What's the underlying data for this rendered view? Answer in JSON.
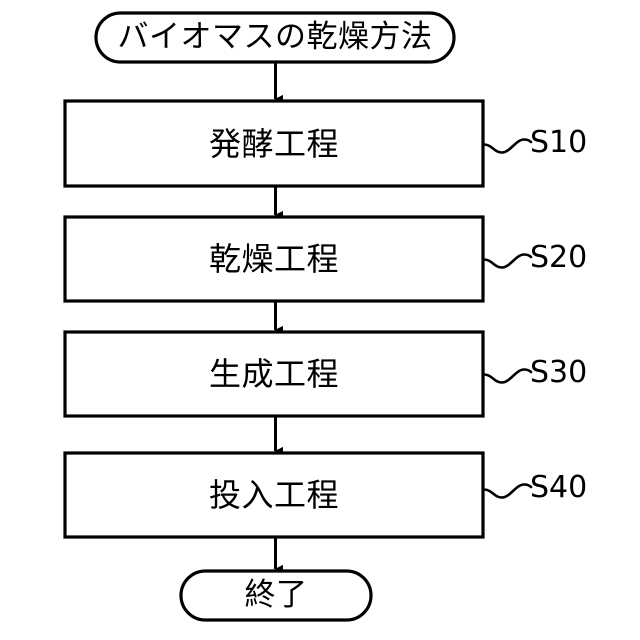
{
  "diagram": {
    "type": "flowchart",
    "orientation": "vertical",
    "language": "ja",
    "background_color": "#ffffff",
    "line_color": "#000000",
    "start": {
      "shape": "stadium",
      "label": "バイオマスの乾燥方法"
    },
    "steps": [
      {
        "shape": "rectangle",
        "label": "発酵工程",
        "step_id": "S10"
      },
      {
        "shape": "rectangle",
        "label": "乾燥工程",
        "step_id": "S20"
      },
      {
        "shape": "rectangle",
        "label": "生成工程",
        "step_id": "S30"
      },
      {
        "shape": "rectangle",
        "label": "投入工程",
        "step_id": "S40"
      }
    ],
    "end": {
      "shape": "stadium",
      "label": "終了"
    }
  }
}
